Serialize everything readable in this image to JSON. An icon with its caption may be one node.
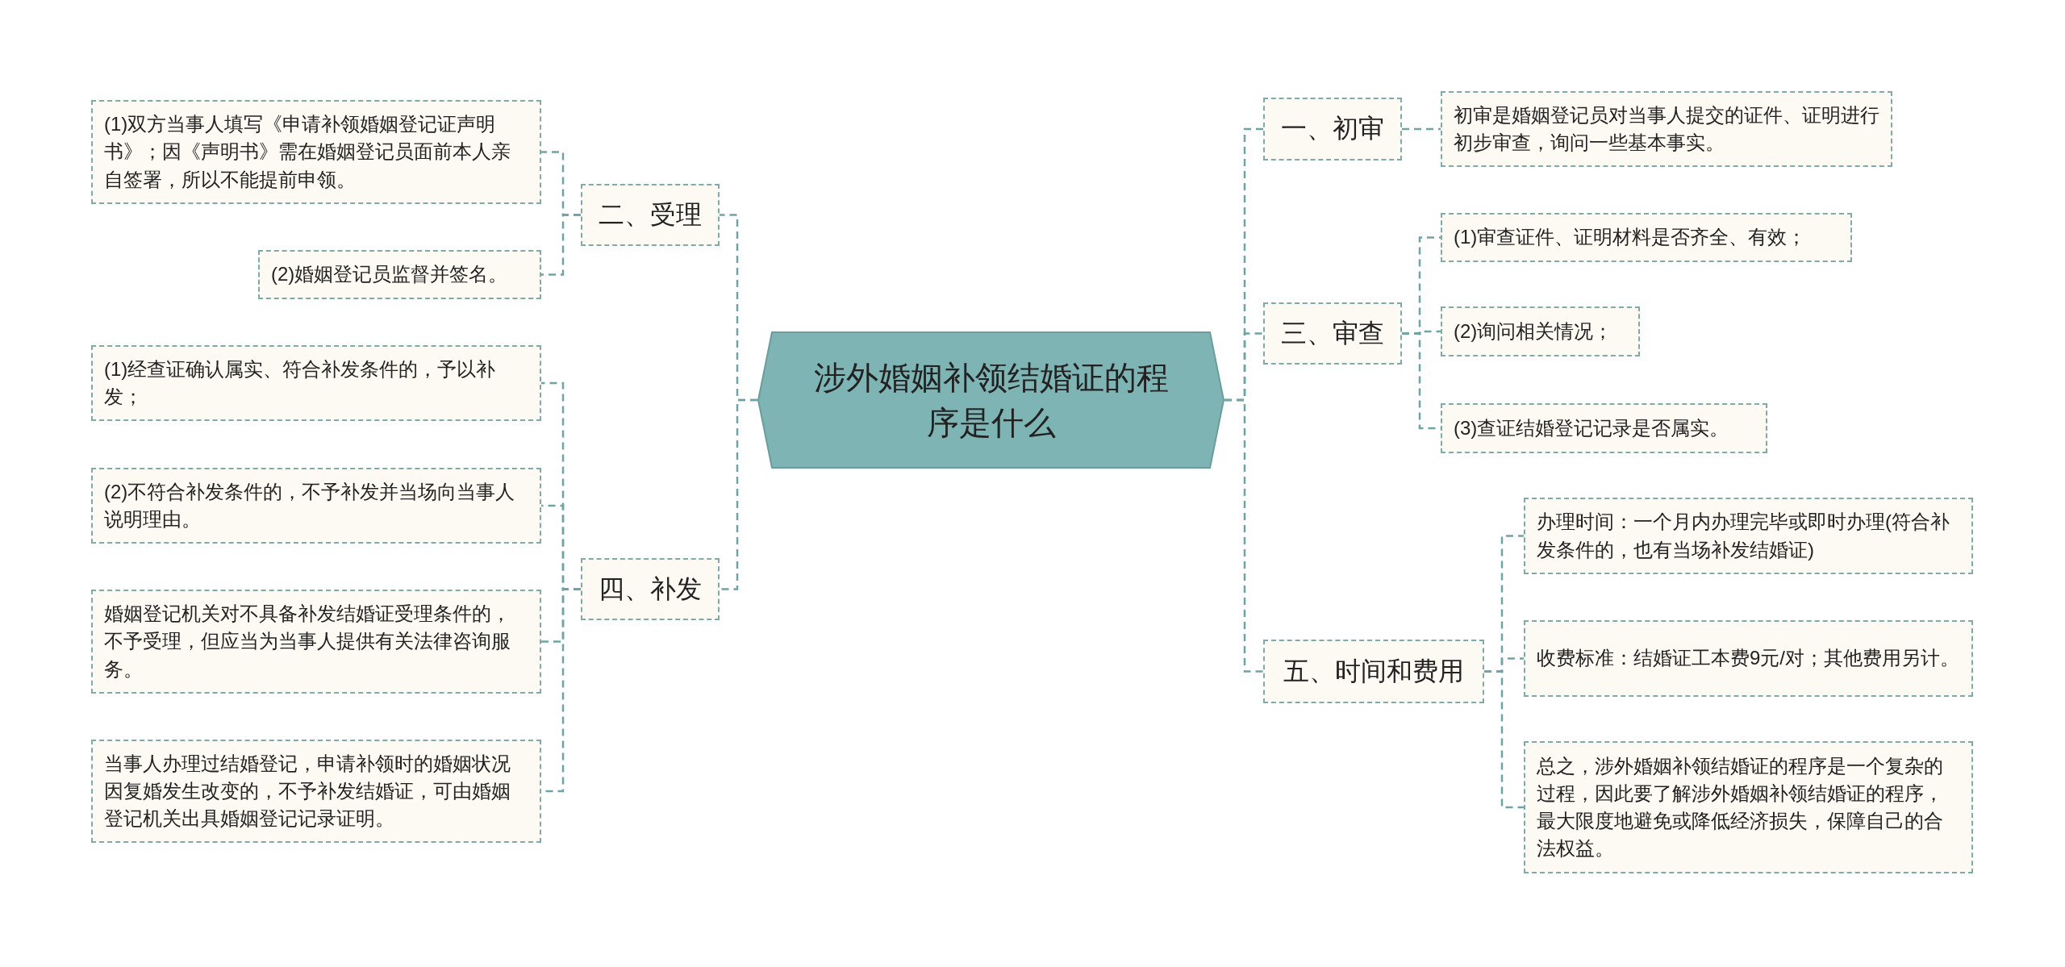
{
  "diagram": {
    "nodes": [
      {
        "text": [
          "涉外婚姻补领结婚证的程序是什么"
        ]
      },
      {
        "text": [
          "一、初审"
        ]
      },
      {
        "text": [
          "初审是婚姻登记员对当事人提交的证件、证明进行初步审查，询问一些基本事实。"
        ]
      },
      {
        "text": [
          "二、受理"
        ]
      },
      {
        "text": [
          "(1)双方当事人填写《申请补领婚姻登记证声明书》；因《声明书》需在婚姻登记员面前本人亲自签署，所以不能提前申领。"
        ]
      },
      {
        "text": [
          "(2)婚姻登记员监督并签名。"
        ]
      },
      {
        "text": [
          "三、审查"
        ]
      },
      {
        "text": [
          "(1)审查证件、证明材料是否齐全、有效；"
        ]
      },
      {
        "text": [
          "(2)询问相关情况；"
        ]
      },
      {
        "text": [
          "(3)查证结婚登记记录是否属实。"
        ]
      },
      {
        "text": [
          "四、补发"
        ]
      },
      {
        "text": [
          "(1)经查证确认属实、符合补发条件的，予以补发；"
        ]
      },
      {
        "text": [
          "(2)不符合补发条件的，不予补发并当场向当事人说明理由。"
        ]
      },
      {
        "text": [
          "婚姻登记机关对不具备补发结婚证受理条件的，不予受理，但应当为当事人提供有关法律咨询服务。"
        ]
      },
      {
        "text": [
          "当事人办理过结婚登记，申请补领时的婚姻状况因复婚发生改变的，不予补发结婚证，可由婚姻登记机关出具婚姻登记记录证明。"
        ]
      },
      {
        "text": [
          "五、时间和费用"
        ]
      },
      {
        "text": [
          "办理时间：一个月内办理完毕或即时办理(符合补发条件的，也有当场补发结婚证)"
        ]
      },
      {
        "text": [
          "收费标准：结婚证工本费9元/对；其他费用另计。"
        ]
      },
      {
        "text": [
          "总之，涉外婚姻补领结婚证的程序是一个复杂的过程，因此要了解涉外婚姻补领结婚证的程序，最大限度地避免或降低经济损失，保障自己的合法权益。"
        ]
      }
    ],
    "edges": [
      {
        "from": 0,
        "to": 1,
        "arrow": "none",
        "style": "dashed"
      },
      {
        "from": 1,
        "to": 2,
        "arrow": "none",
        "style": "dashed"
      },
      {
        "from": 0,
        "to": 3,
        "arrow": "none",
        "style": "dashed"
      },
      {
        "from": 3,
        "to": 4,
        "arrow": "none",
        "style": "dashed"
      },
      {
        "from": 3,
        "to": 5,
        "arrow": "none",
        "style": "dashed"
      },
      {
        "from": 0,
        "to": 6,
        "arrow": "none",
        "style": "dashed"
      },
      {
        "from": 6,
        "to": 7,
        "arrow": "none",
        "style": "dashed"
      },
      {
        "from": 6,
        "to": 8,
        "arrow": "none",
        "style": "dashed"
      },
      {
        "from": 6,
        "to": 9,
        "arrow": "none",
        "style": "dashed"
      },
      {
        "from": 0,
        "to": 10,
        "arrow": "none",
        "style": "dashed"
      },
      {
        "from": 10,
        "to": 11,
        "arrow": "none",
        "style": "dashed"
      },
      {
        "from": 10,
        "to": 12,
        "arrow": "none",
        "style": "dashed"
      },
      {
        "from": 10,
        "to": 13,
        "arrow": "none",
        "style": "dashed"
      },
      {
        "from": 10,
        "to": 14,
        "arrow": "none",
        "style": "dashed"
      },
      {
        "from": 0,
        "to": 15,
        "arrow": "none",
        "style": "dashed"
      },
      {
        "from": 15,
        "to": 16,
        "arrow": "none",
        "style": "dashed"
      },
      {
        "from": 15,
        "to": 17,
        "arrow": "none",
        "style": "dashed"
      },
      {
        "from": 15,
        "to": 18,
        "arrow": "none",
        "style": "dashed"
      }
    ]
  }
}
